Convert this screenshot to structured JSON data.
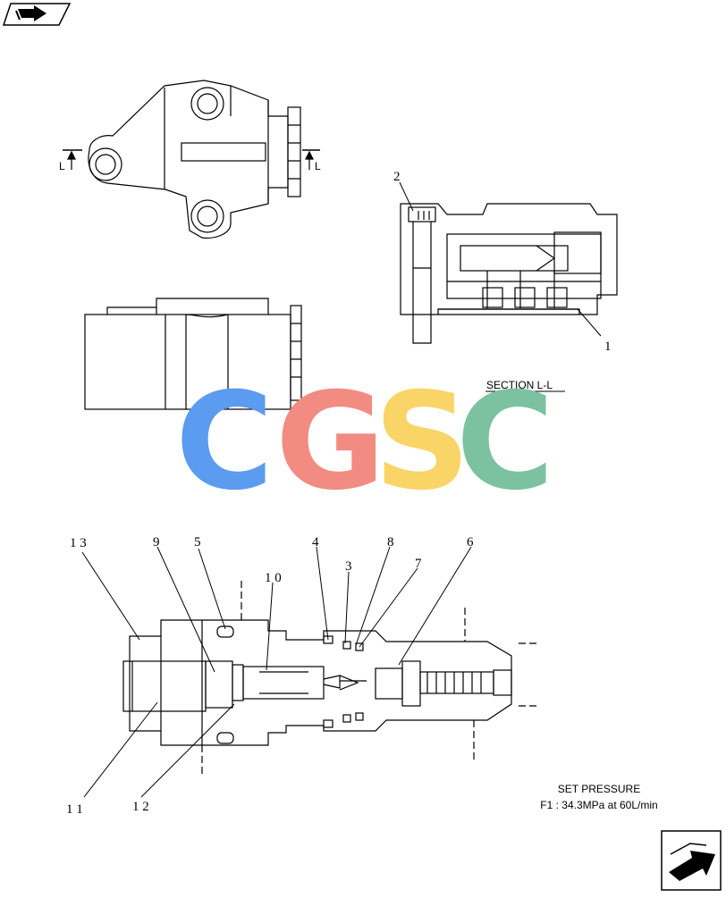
{
  "section_label": "SECTION  L-L",
  "section_marks": {
    "left": "L",
    "right": "L"
  },
  "watermark": {
    "letters": [
      "C",
      "G",
      "S",
      "C"
    ],
    "colors": [
      "#5B9BF0",
      "#F28C82",
      "#F9D467",
      "#7CC2A0"
    ]
  },
  "callouts": {
    "n1": "1",
    "n2": "2",
    "n3": "3",
    "n4": "4",
    "n5": "5",
    "n6": "6",
    "n7": "7",
    "n8": "8",
    "n9": "9",
    "n10": "1 0",
    "n11": "1 1",
    "n12": "1 2",
    "n13": "1 3"
  },
  "set_pressure": {
    "title": "SET PRESSURE",
    "value": "F1 : 34.3MPa  at  60L/min"
  },
  "nav": {
    "prev_icon": "back-arrow-icon",
    "next_icon": "next-arrow-icon"
  },
  "colors": {
    "line": "#000000",
    "background": "#ffffff"
  }
}
